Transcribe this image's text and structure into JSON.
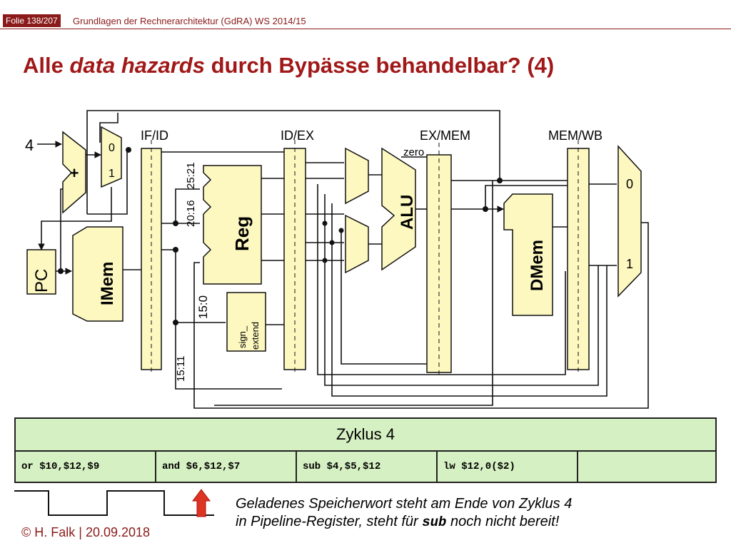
{
  "header": {
    "slide_number": "Folie 138/207",
    "course": "Grundlagen der Rechnerarchitektur (GdRA) WS 2014/15"
  },
  "title": {
    "part1": "Alle ",
    "part2_italic": "data hazards",
    "part3": " durch Bypässe behandelbar? (4)"
  },
  "diagram": {
    "const_four": "4",
    "adder_symbol": "+",
    "pc_label": "PC",
    "imem_label": "IMem",
    "reg_label": "Reg",
    "alu_label": "ALU",
    "dmem_label": "DMem",
    "sign_extend_line1": "sign_",
    "sign_extend_line2": "extend",
    "zero_label": "zero",
    "pc_mux_0": "0",
    "pc_mux_1": "1",
    "wb_mux_0": "0",
    "wb_mux_1": "1",
    "pipeline_registers": [
      "IF/ID",
      "ID/EX",
      "EX/MEM",
      "MEM/WB"
    ],
    "field_labels": {
      "rs": "25:21",
      "rt": "20:16",
      "imm": "15:0",
      "rd": "15:11"
    }
  },
  "cycle_table": {
    "header": "Zyklus 4",
    "instructions": [
      "or $10,$12,$9",
      "and $6,$12,$7",
      "sub $4,$5,$12",
      "lw $12,0($2)",
      ""
    ]
  },
  "note": {
    "line1": "Geladenes Speicherwort steht am Ende von Zyklus 4",
    "line2_before": "in Pipeline-Register, steht für ",
    "line2_code": "sub",
    "line2_after": " noch nicht bereit!"
  },
  "footer": "© H. Falk | 20.09.2018",
  "colors": {
    "accent": "#8b1a1a",
    "unit_fill": "#fdf8c0",
    "table_fill": "#d5f0c2",
    "arrow_red": "#dd3322"
  }
}
